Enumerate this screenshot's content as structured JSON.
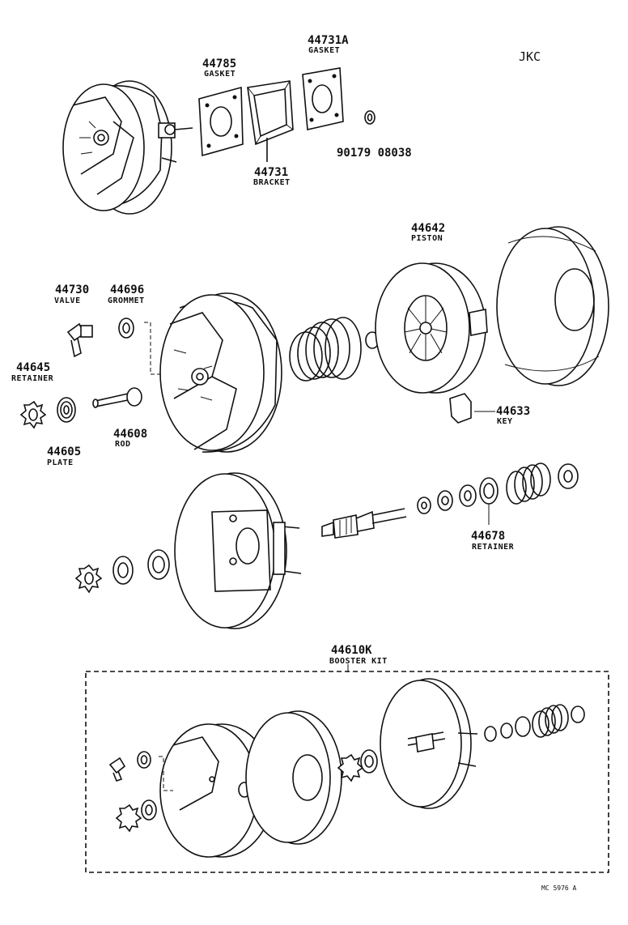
{
  "diagram_code": "JKC",
  "figure_ref": "MC 5976 A",
  "parts": {
    "p44785": {
      "number": "44785",
      "name": "GASKET"
    },
    "p44731A": {
      "number": "44731A",
      "name": "GASKET"
    },
    "p44731": {
      "number": "44731",
      "name": "BRACKET"
    },
    "p90179": {
      "number": "90179 08038"
    },
    "p44642": {
      "number": "44642",
      "name": "PISTON"
    },
    "p44730": {
      "number": "44730",
      "name": "VALVE"
    },
    "p44696": {
      "number": "44696",
      "name": "GROMMET"
    },
    "p44645": {
      "number": "44645",
      "name": "RETAINER"
    },
    "p44608": {
      "number": "44608",
      "name": "ROD"
    },
    "p44605": {
      "number": "44605",
      "name": "PLATE"
    },
    "p44633": {
      "number": "44633",
      "name": "KEY"
    },
    "p44678": {
      "number": "44678",
      "name": "RETAINER"
    },
    "p44610K": {
      "number": "44610K",
      "name": "BOOSTER KIT"
    }
  }
}
